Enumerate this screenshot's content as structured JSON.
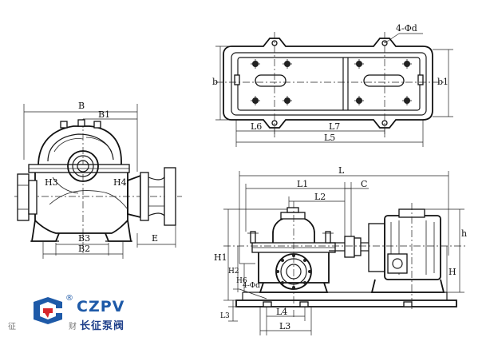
{
  "labels": {
    "B": "B",
    "B1": "B1",
    "B2": "B2",
    "B3": "B3",
    "H3": "H3",
    "H4": "H4",
    "E": "E",
    "b": "b",
    "b1": "b1",
    "L6": "L6",
    "L7": "L7",
    "L5": "L5",
    "bolt_note": "4-Φd",
    "L": "L",
    "L1": "L1",
    "L2": "L2",
    "C": "C",
    "h": "h",
    "H": "H",
    "H1": "H1",
    "H2": "H2",
    "H6": "H6",
    "bolt_note_front": "4-Φd",
    "L4": "L4",
    "L3": "L3",
    "L3_left": "L3"
  },
  "logo": {
    "registered": "®",
    "brand": "CZPV",
    "company_cn": "长征泵阀",
    "left_char": "征",
    "mid_char": "财"
  },
  "colors": {
    "logo_blue": "#1e5aa8",
    "logo_red": "#d7262b",
    "line": "#1a1a1a"
  }
}
